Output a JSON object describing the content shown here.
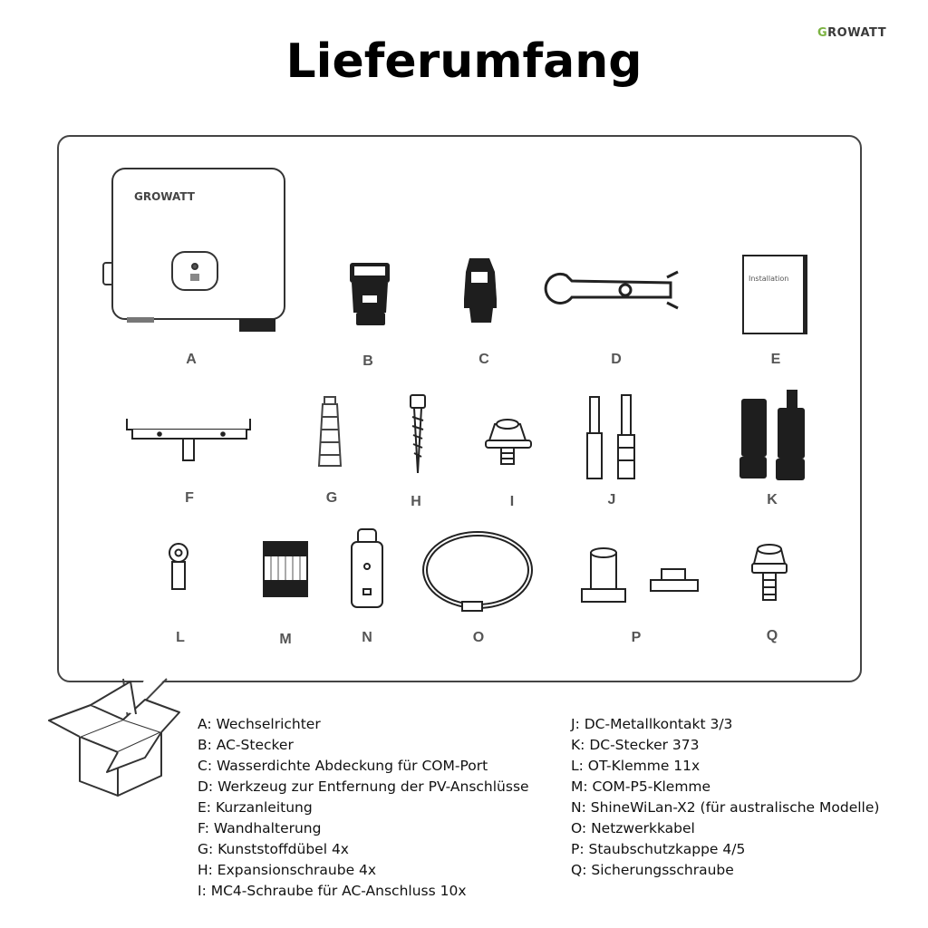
{
  "brand": {
    "logo_first": "G",
    "logo_rest": "ROWATT"
  },
  "title": "Lieferumfang",
  "device_logo": "GROWATT",
  "manual_text": "Installation",
  "item_labels": {
    "A": "A",
    "B": "B",
    "C": "C",
    "D": "D",
    "E": "E",
    "F": "F",
    "G": "G",
    "H": "H",
    "I": "I",
    "J": "J",
    "K": "K",
    "L": "L",
    "M": "M",
    "N": "N",
    "O": "O",
    "P": "P",
    "Q": "Q"
  },
  "legend_left": [
    "A: Wechselrichter",
    "B: AC-Stecker",
    "C: Wasserdichte Abdeckung für COM-Port",
    "D: Werkzeug zur Entfernung der PV-Anschlüsse",
    "E: Kurzanleitung",
    "F: Wandhalterung",
    "G: Kunststoffdübel 4x",
    "H: Expansionschraube 4x",
    "I: MC4-Schraube für AC-Anschluss 10x"
  ],
  "legend_right": [
    "J: DC-Metallkontakt 3/3",
    "K: DC-Stecker 373",
    "L: OT-Klemme 11x",
    "M: COM-P5-Klemme",
    "N: ShineWiLan-X2 (für australische Modelle)",
    "O: Netzwerkkabel",
    "P: Staubschutzkappe 4/5",
    "Q: Sicherungsschraube"
  ],
  "colors": {
    "brand_green": "#7cb342",
    "line": "#333333",
    "fill_dark": "#1a1a1a"
  }
}
